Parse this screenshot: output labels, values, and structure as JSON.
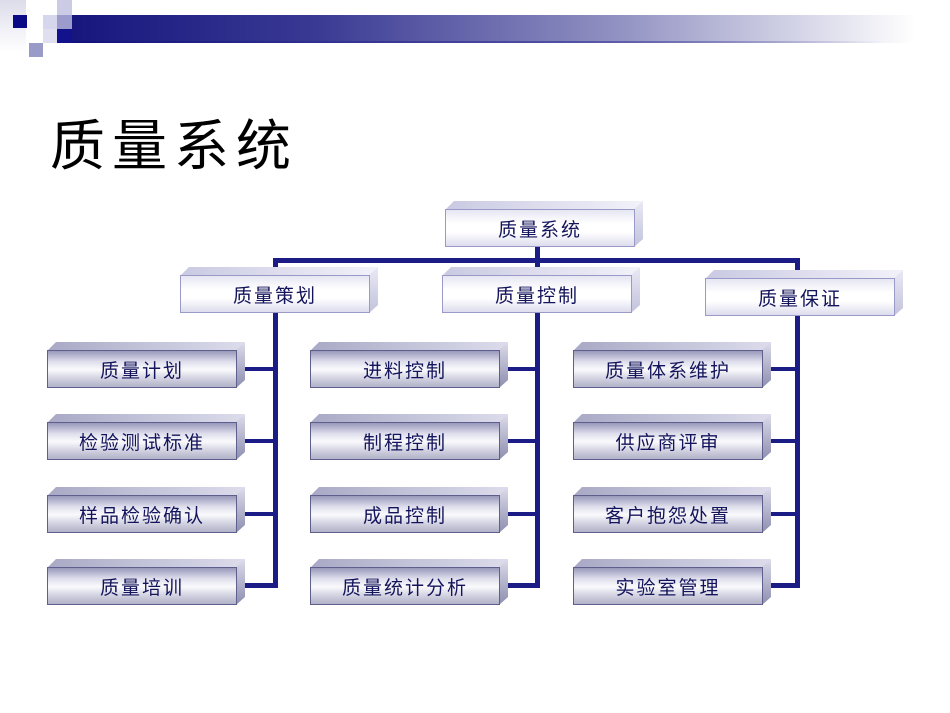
{
  "slide_title": "质量系统",
  "org_chart": {
    "root": "质量系统",
    "columns": [
      {
        "parent": "质量策划",
        "items": [
          "质量计划",
          "检验测试标准",
          "样品检验确认",
          "质量培训"
        ]
      },
      {
        "parent": "质量控制",
        "items": [
          "进料控制",
          "制程控制",
          "成品控制",
          "质量统计分析"
        ]
      },
      {
        "parent": "质量保证",
        "items": [
          "质量体系维护",
          "供应商评审",
          "客户抱怨处置",
          "实验室管理"
        ]
      }
    ]
  },
  "colors": {
    "connector": "#1c1c86",
    "accent_bar": "#16167e",
    "node_text": "#14145c",
    "leaf_box_border": "#5f5f8d",
    "branch_box_border": "#9a9ac8"
  }
}
